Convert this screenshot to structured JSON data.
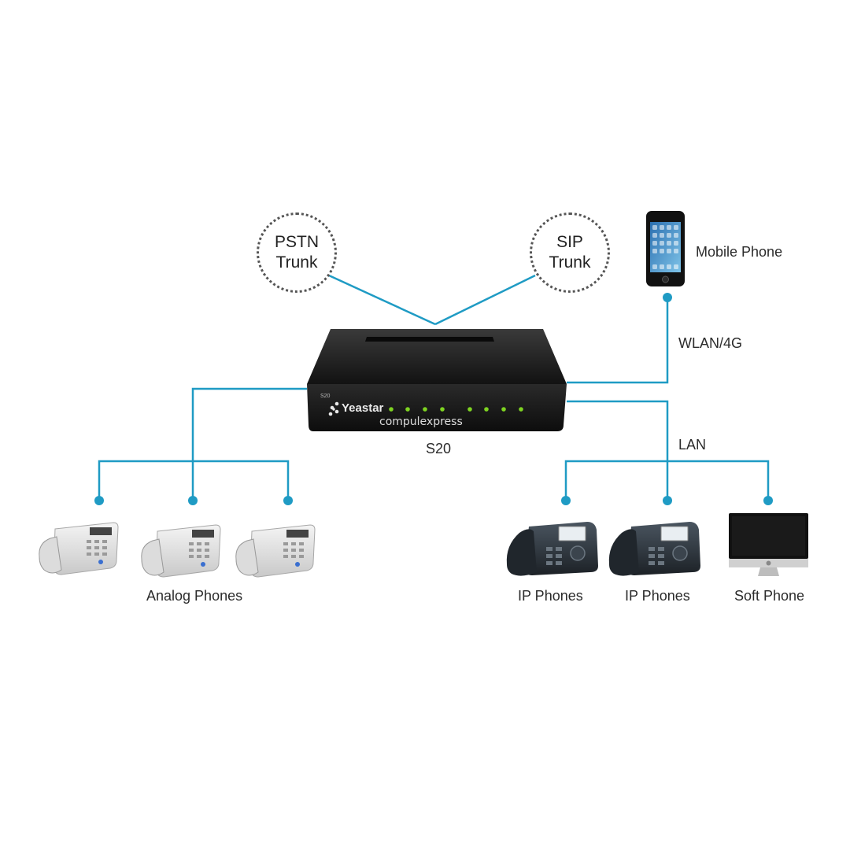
{
  "trunks": {
    "pstn": {
      "line1": "PSTN",
      "line2": "Trunk"
    },
    "sip": {
      "line1": "SIP",
      "line2": "Trunk"
    }
  },
  "device": {
    "brand": "Yeastar",
    "model_small": "S20",
    "label": "S20",
    "led_color": "#7ed321",
    "icon": "yeastar-logo-icon"
  },
  "mobile": {
    "label": "Mobile Phone",
    "icon": "smartphone-icon"
  },
  "links": {
    "wlan": "WLAN/4G",
    "lan": "LAN"
  },
  "groups": {
    "analog": {
      "label": "Analog Phones",
      "icon": "analog-phone-icon"
    },
    "ip1": {
      "label": "IP Phones",
      "icon": "ip-phone-icon"
    },
    "ip2": {
      "label": "IP Phones",
      "icon": "ip-phone-icon"
    },
    "soft": {
      "label": "Soft Phone",
      "icon": "monitor-icon"
    }
  },
  "watermark": "compulexpress",
  "colors": {
    "line": "#1f9bc4",
    "dot": "#1f9bc4",
    "device": "#1e1e1e"
  }
}
